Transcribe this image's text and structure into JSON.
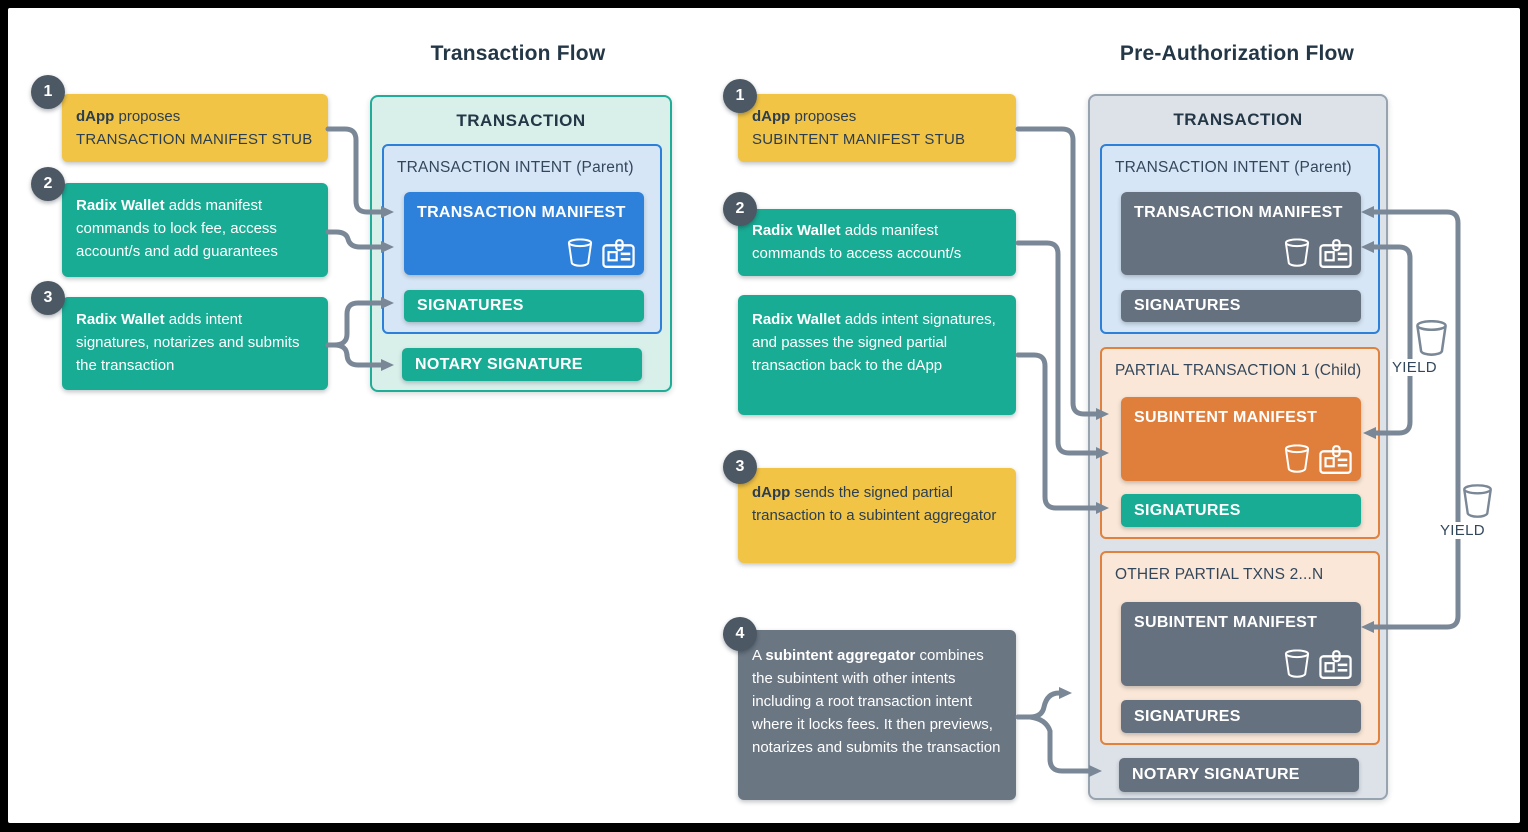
{
  "titles": {
    "left": "Transaction Flow",
    "right": "Pre-Authorization Flow"
  },
  "left_flow": {
    "steps": [
      {
        "badge": "1",
        "bold": "dApp",
        "text": " proposes",
        "text2": "TRANSACTION MANIFEST STUB"
      },
      {
        "badge": "2",
        "bold": "Radix Wallet",
        "text": " adds manifest commands to lock fee, access account/s and add guarantees"
      },
      {
        "badge": "3",
        "bold": "Radix Wallet",
        "text": " adds intent signatures, notarizes and submits the transaction"
      }
    ],
    "transaction": {
      "title": "TRANSACTION",
      "intent_label": "TRANSACTION INTENT (Parent)",
      "manifest_label": "TRANSACTION MANIFEST",
      "signatures_label": "SIGNATURES",
      "notary_label": "NOTARY SIGNATURE"
    }
  },
  "right_flow": {
    "steps": [
      {
        "badge": "1",
        "bold": "dApp",
        "text": " proposes",
        "text2": "SUBINTENT MANIFEST STUB"
      },
      {
        "badge": "2",
        "bold": "Radix Wallet",
        "text": " adds manifest commands to access account/s"
      },
      {
        "bold": "Radix Wallet",
        "text": " adds intent signatures, and passes the signed partial transaction back to the dApp"
      },
      {
        "badge": "3",
        "bold": "dApp",
        "text": " sends the signed partial transaction to a subintent aggregator"
      },
      {
        "badge": "4",
        "pre": "A ",
        "bold": "subintent aggregator",
        "text": " combines the subintent with other intents including a root transaction intent where it locks fees. It then previews, notarizes and submits the transaction"
      }
    ],
    "transaction": {
      "title": "TRANSACTION",
      "intent_label": "TRANSACTION INTENT (Parent)",
      "manifest_label": "TRANSACTION MANIFEST",
      "signatures_label": "SIGNATURES",
      "partial1_label": "PARTIAL TRANSACTION 1 (Child)",
      "subintent_manifest_label": "SUBINTENT MANIFEST",
      "partial1_signatures_label": "SIGNATURES",
      "others_label": "OTHER PARTIAL TXNS 2...N",
      "others_manifest_label": "SUBINTENT MANIFEST",
      "others_signatures_label": "SIGNATURES",
      "notary_label": "NOTARY SIGNATURE"
    },
    "yield_top": "YIELD",
    "yield_bottom": "YIELD"
  },
  "colors": {
    "yellow": "#F2C445",
    "teal": "#19AC94",
    "blue": "#2E81DB",
    "orange": "#E07F3B",
    "slate": "#66717F",
    "badge": "#4C5864",
    "arrow": "#7A8796",
    "mint_bg": "#D9EFEA",
    "light_blue_bg": "#D7E6F6",
    "peach_bg": "#FAE7D7",
    "gray_bg": "#DDE2E9",
    "navy_text": "#2B3E50"
  }
}
